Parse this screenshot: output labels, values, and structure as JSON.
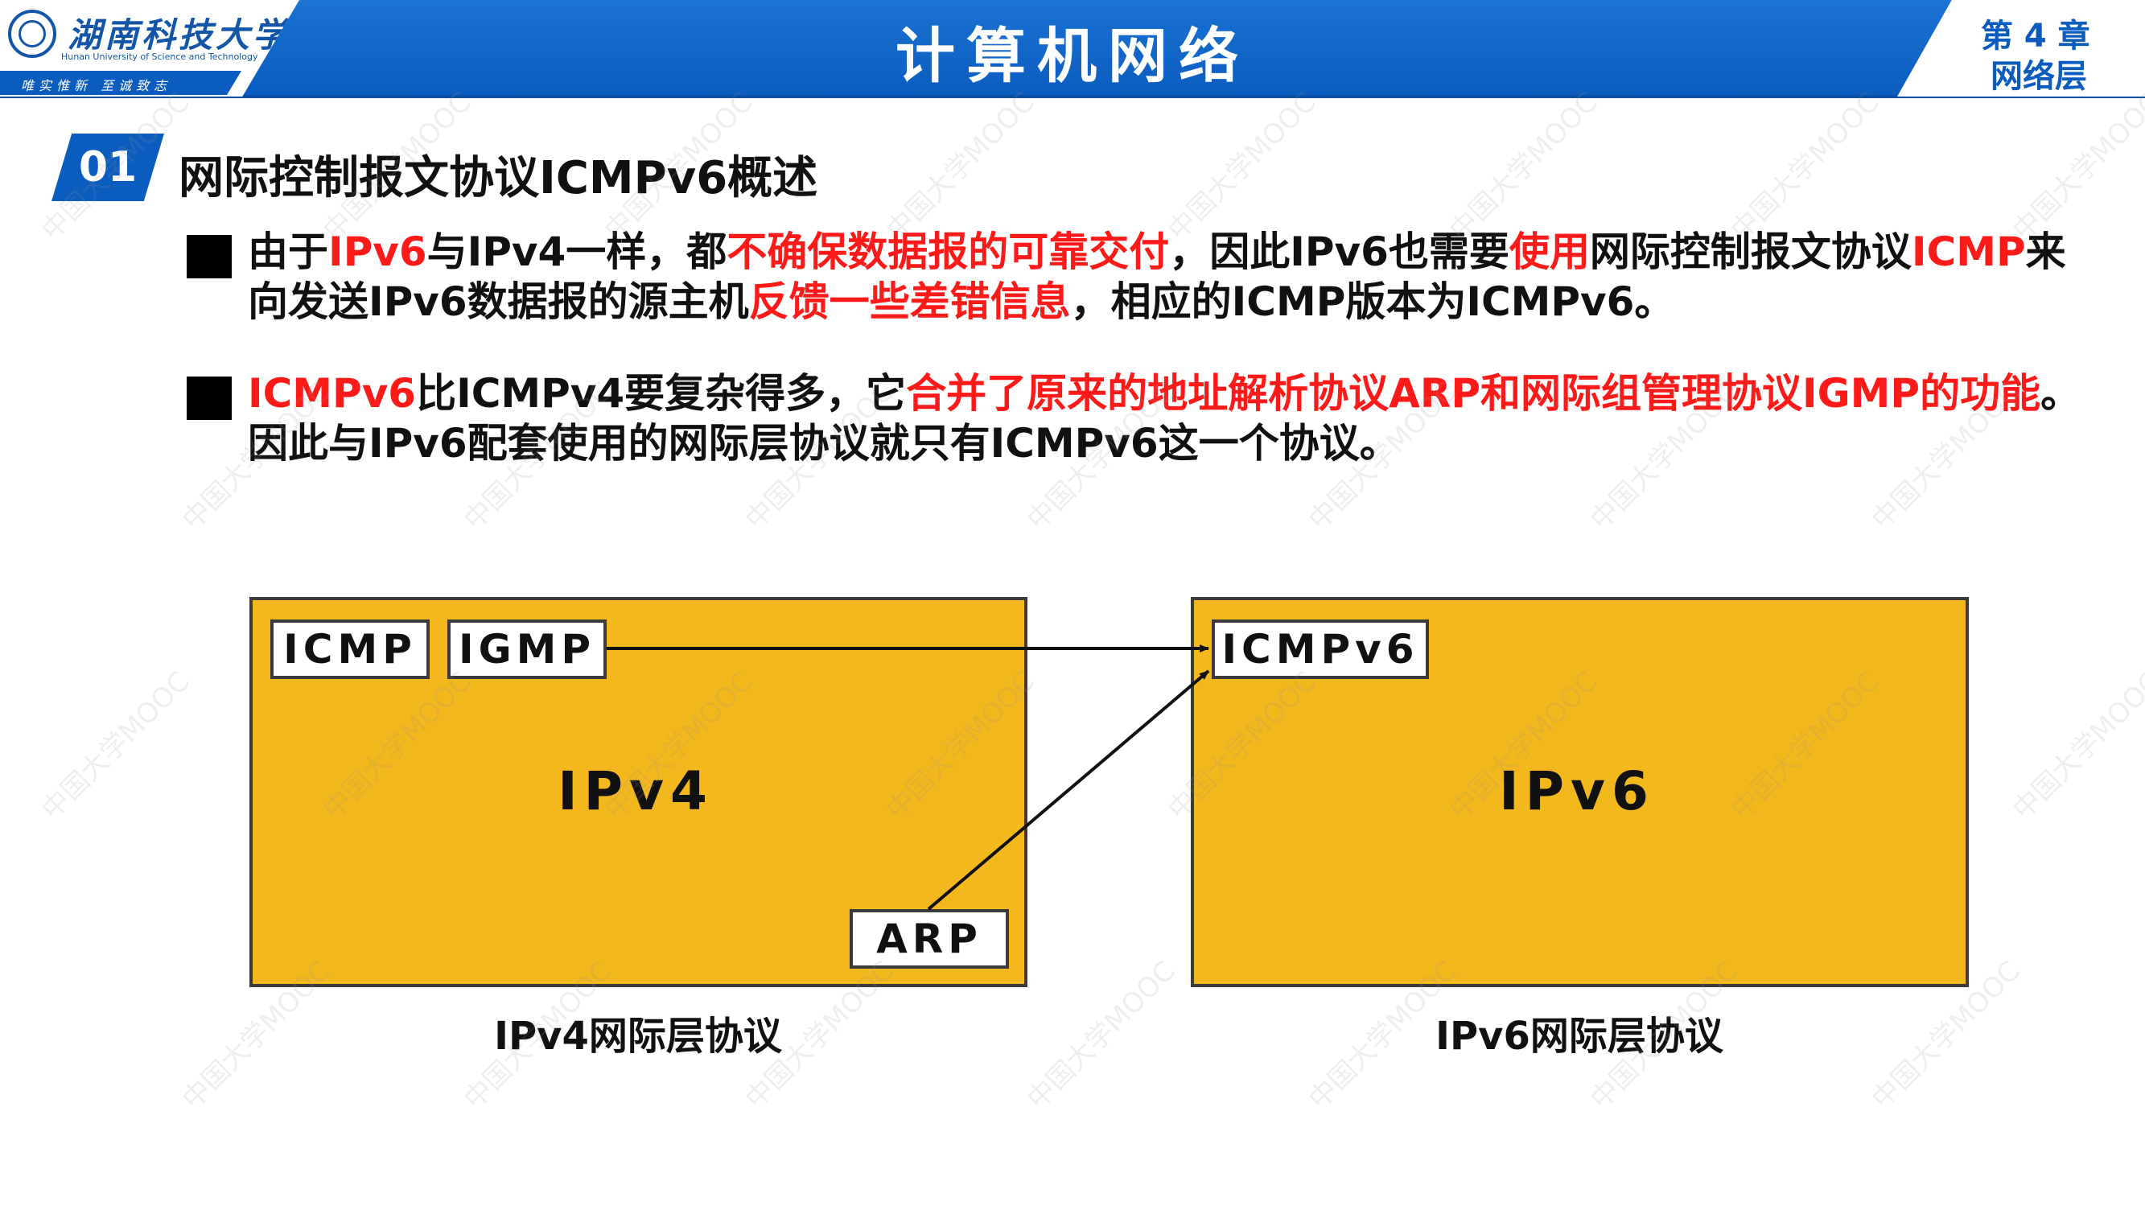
{
  "header": {
    "university_name": "湖南科技大学",
    "university_name_en": "Hunan University of Science and Technology",
    "university_motto": "唯实惟新  至诚致志",
    "course_title": "计算机网络",
    "chapter_label": "第 4 章",
    "chapter_name": "网络层"
  },
  "section": {
    "number": "01",
    "title": "网际控制报文协议ICMPv6概述"
  },
  "bullets": [
    {
      "segments": [
        {
          "text": "由于",
          "emphasis": false
        },
        {
          "text": "IPv6",
          "emphasis": true
        },
        {
          "text": "与IPv4一样，都",
          "emphasis": false
        },
        {
          "text": "不确保数据报的可靠交付",
          "emphasis": true
        },
        {
          "text": "，因此IPv6也需要",
          "emphasis": false
        },
        {
          "text": "使用",
          "emphasis": true
        },
        {
          "text": "网际控制报文协议",
          "emphasis": false
        },
        {
          "text": "ICMP",
          "emphasis": true
        },
        {
          "text": "来向发送IPv6数据报的源主机",
          "emphasis": false
        },
        {
          "text": "反馈一些差错信息",
          "emphasis": true
        },
        {
          "text": "，相应的ICMP版本为ICMPv6。",
          "emphasis": false
        }
      ]
    },
    {
      "segments": [
        {
          "text": "ICMPv6",
          "emphasis": true
        },
        {
          "text": "比ICMPv4要复杂得多，它",
          "emphasis": false
        },
        {
          "text": "合并了原来的地址解析协议ARP和网际组管理协议IGMP的功能",
          "emphasis": true
        },
        {
          "text": "。因此与IPv6配套使用的网际层协议就只有ICMPv6这一个协议。",
          "emphasis": false
        }
      ]
    }
  ],
  "diagram": {
    "ipv4_layer": {
      "name": "IPv4",
      "caption": "IPv4网际层协议",
      "protocols": [
        "ICMP",
        "IGMP",
        "ARP"
      ]
    },
    "ipv6_layer": {
      "name": "IPv6",
      "caption": "IPv6网际层协议",
      "protocols": [
        "ICMPv6"
      ]
    }
  },
  "watermark": "中国大学MOOC",
  "colors": {
    "header_blue": "#0b5cbf",
    "emphasis_red": "#ff1a1a",
    "layer_fill": "#f3b81d"
  }
}
